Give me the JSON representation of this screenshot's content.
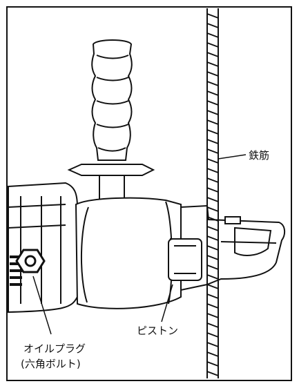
{
  "labels": {
    "rebar": "鉄筋",
    "piston": "ピストン",
    "oil_plug_line1": "オイルプラグ",
    "oil_plug_line2": "(六角ボルト)"
  },
  "colors": {
    "ink": "#111111",
    "paper": "#ffffff"
  }
}
